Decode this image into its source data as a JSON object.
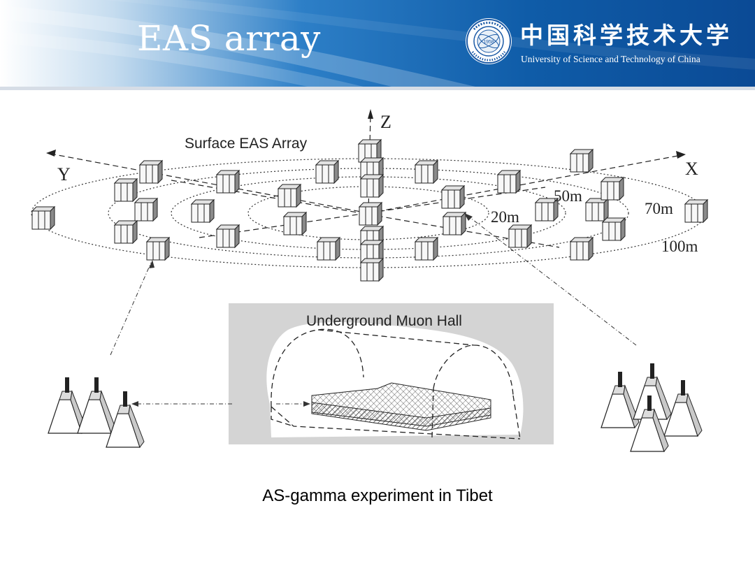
{
  "slide": {
    "title": "EAS array",
    "caption": "AS-gamma experiment in Tibet"
  },
  "header": {
    "university_cn": "中国科学技术大学",
    "university_en": "University of Science and Technology of China",
    "logo_year": "1958",
    "colors": {
      "dark": "#0d4d9b",
      "light": "#2f8bd6",
      "rule": "#d6dde6"
    }
  },
  "diagram": {
    "surface_label": "Surface EAS Array",
    "axis_labels": {
      "x": "X",
      "y": "Y",
      "z": "Z"
    },
    "radius_labels": [
      "20m",
      "50m",
      "70m",
      "100m"
    ],
    "hall_label": "Underground Muon Hall",
    "icons": [
      "scintillation-detector-icon",
      "muon-detector-icon"
    ]
  }
}
